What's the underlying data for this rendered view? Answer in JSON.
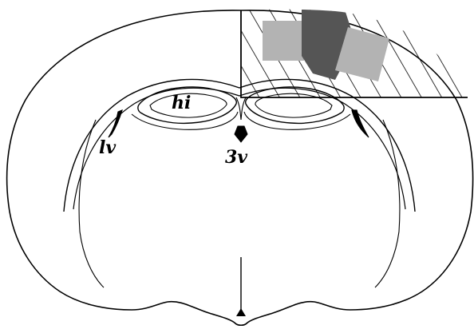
{
  "labels": {
    "hippocampus": "hi",
    "lateral_ventricle": "lv",
    "third_ventricle": "3v"
  },
  "colors": {
    "outline": "#000000",
    "background": "#ffffff",
    "light_patch": "#b3b3b3",
    "dark_patch": "#555555"
  }
}
